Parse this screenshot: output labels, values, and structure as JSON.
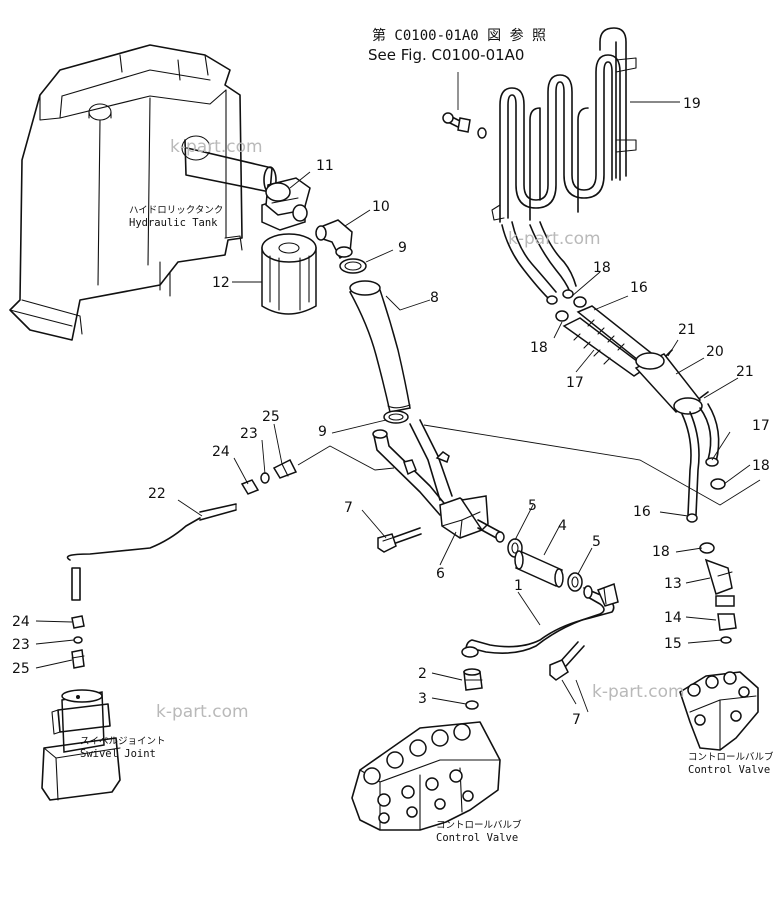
{
  "reference": {
    "jp": "第 C0100-01A0 図 参 照",
    "en": "See Fig. C0100-01A0"
  },
  "components": {
    "hydraulic_tank": {
      "jp": "ハイドロリックタンク",
      "en": "Hydraulic  Tank"
    },
    "swivel_joint": {
      "jp": "スイベルジョイント",
      "en": "Swivel  Joint"
    },
    "control_valve_left": {
      "jp": "コントロールバルブ",
      "en": "Control  Valve"
    },
    "control_valve_right": {
      "jp": "コントロールバルブ",
      "en": "Control  Valve"
    }
  },
  "part_numbers": {
    "p1": "1",
    "p2": "2",
    "p3": "3",
    "p4": "4",
    "p5a": "5",
    "p5b": "5",
    "p6": "6",
    "p7a": "7",
    "p7b": "7",
    "p8": "8",
    "p9a": "9",
    "p9b": "9",
    "p10": "10",
    "p11": "11",
    "p12": "12",
    "p13": "13",
    "p14": "14",
    "p15": "15",
    "p16a": "16",
    "p16b": "16",
    "p17a": "17",
    "p17b": "17",
    "p18a": "18",
    "p18b": "18",
    "p18c": "18",
    "p18d": "18",
    "p19": "19",
    "p20": "20",
    "p21a": "21",
    "p21b": "21",
    "p22": "22",
    "p23a": "23",
    "p23b": "23",
    "p24a": "24",
    "p24b": "24",
    "p25a": "25",
    "p25b": "25"
  },
  "watermarks": [
    "k-part.com",
    "k-part.com",
    "k-part.com",
    "k-part.com"
  ]
}
